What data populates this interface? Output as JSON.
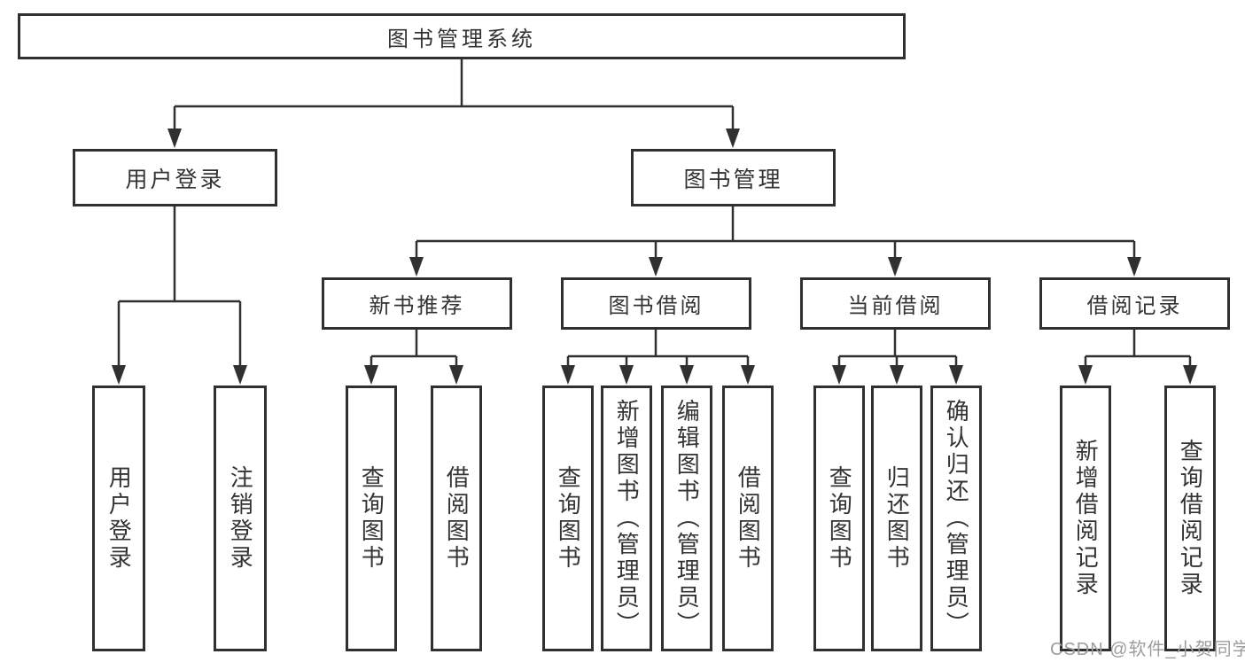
{
  "tree": {
    "root": {
      "label": "图书管理系统"
    },
    "children": [
      {
        "label": "用户登录",
        "children": [
          {
            "label": "用户登录"
          },
          {
            "label": "注销登录"
          }
        ]
      },
      {
        "label": "图书管理",
        "children": [
          {
            "label": "新书推荐",
            "children": [
              {
                "label": "查询图书"
              },
              {
                "label": "借阅图书"
              }
            ]
          },
          {
            "label": "图书借阅",
            "children": [
              {
                "label": "查询图书"
              },
              {
                "label": "新增图书（管理员）"
              },
              {
                "label": "编辑图书（管理员）"
              },
              {
                "label": "借阅图书"
              }
            ]
          },
          {
            "label": "当前借阅",
            "children": [
              {
                "label": "查询图书"
              },
              {
                "label": "归还图书"
              },
              {
                "label": "确认归还（管理员）"
              }
            ]
          },
          {
            "label": "借阅记录",
            "children": [
              {
                "label": "新增借阅记录"
              },
              {
                "label": "查询借阅记录"
              }
            ]
          }
        ]
      }
    ]
  },
  "watermark": "CSDN @软件_小贺同学",
  "colors": {
    "line": "#303030",
    "text": "#333333",
    "watermark": "#9d9d9d",
    "background": "#ffffff"
  }
}
